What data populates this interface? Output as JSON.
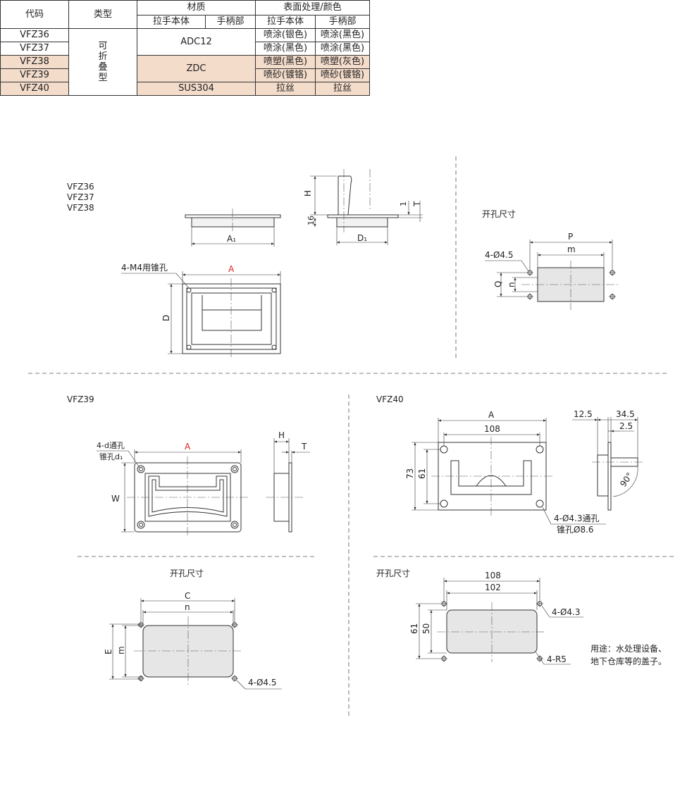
{
  "table": {
    "h_code": "代码",
    "h_type": "类型",
    "h_material": "材质",
    "h_surface": "表面处理/颜色",
    "h_body": "拉手本体",
    "h_handle": "手柄部",
    "h_body2": "拉手本体",
    "h_handle2": "手柄部",
    "type_chars": [
      "可",
      "折",
      "叠",
      "型"
    ],
    "rows": [
      {
        "code": "VFZ36",
        "s_body": "喷涂(银色)",
        "s_handle": "喷涂(黑色)"
      },
      {
        "code": "VFZ37",
        "s_body": "喷涂(黑色)",
        "s_handle": "喷涂(黑色)"
      },
      {
        "code": "VFZ38",
        "s_body": "喷塑(黑色)",
        "s_handle": "喷塑(灰色)"
      },
      {
        "code": "VFZ39",
        "s_body": "喷砂(镀铬)",
        "s_handle": "喷砂(镀铬)"
      },
      {
        "code": "VFZ40",
        "s_body": "拉丝",
        "s_handle": "拉丝"
      }
    ],
    "mat_adc": "ADC12",
    "mat_zdc": "ZDC",
    "mat_sus": "SUS304",
    "pink_color": "#f4dccb"
  },
  "d1": {
    "models": [
      "VFZ36",
      "VFZ37",
      "VFZ38"
    ],
    "a1": "A₁",
    "d1": "D₁",
    "h": "H",
    "t": "T",
    "one": "1",
    "sixteen": "16",
    "screw": "4-M4用锥孔",
    "a": "A",
    "d": "D",
    "cut_title": "开孔尺寸",
    "p": "P",
    "m": "m",
    "hole": "4-Ø4.5",
    "q": "Q",
    "n": "n"
  },
  "d2": {
    "model": "VFZ39",
    "hole1": "4-d通孔",
    "hole2": "锥孔d₁",
    "a": "A",
    "w": "W",
    "h": "H",
    "t": "T",
    "cut_title": "开孔尺寸",
    "c": "C",
    "n": "n",
    "e": "E",
    "m": "m",
    "hole": "4-Ø4.5"
  },
  "d3": {
    "model": "VFZ40",
    "a": "A",
    "w108": "108",
    "h73": "73",
    "h61": "61",
    "hole1": "4-Ø4.3通孔",
    "hole2": "锥孔Ø8.6",
    "s125": "12.5",
    "s345": "34.5",
    "s25": "2.5",
    "ang": "90°",
    "cut_title": "开孔尺寸",
    "c108": "108",
    "c102": "102",
    "c61": "61",
    "c50": "50",
    "chole": "4-Ø4.3",
    "cr": "4-R5",
    "usage1": "用途：水处理设备、",
    "usage2": "地下仓库等的盖子。"
  }
}
